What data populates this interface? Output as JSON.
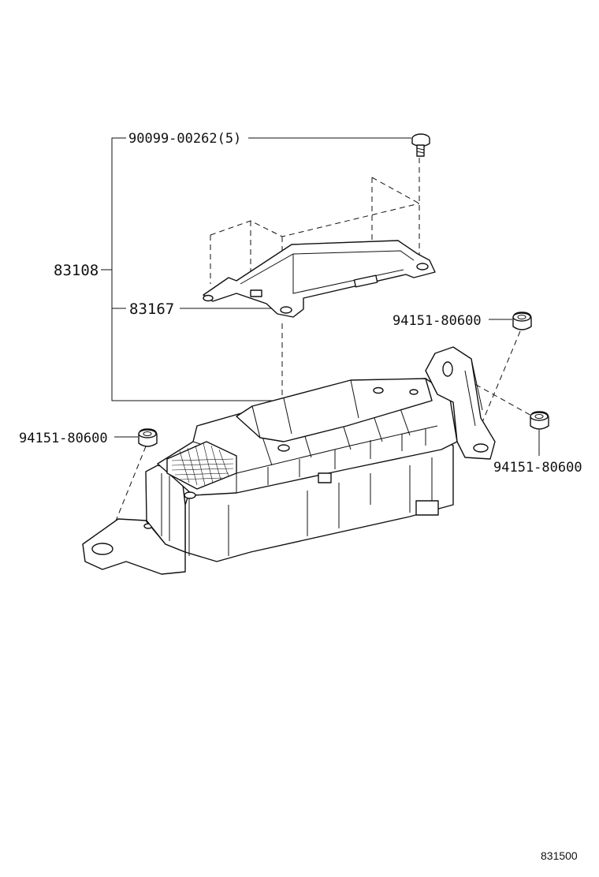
{
  "callouts": {
    "screw": "90099-00262(5)",
    "assembly": "83108",
    "bracket": "83167",
    "grommet_right_top": "94151-80600",
    "grommet_left": "94151-80600",
    "grommet_right_bottom": "94151-80600"
  },
  "figure_ref": "831500"
}
